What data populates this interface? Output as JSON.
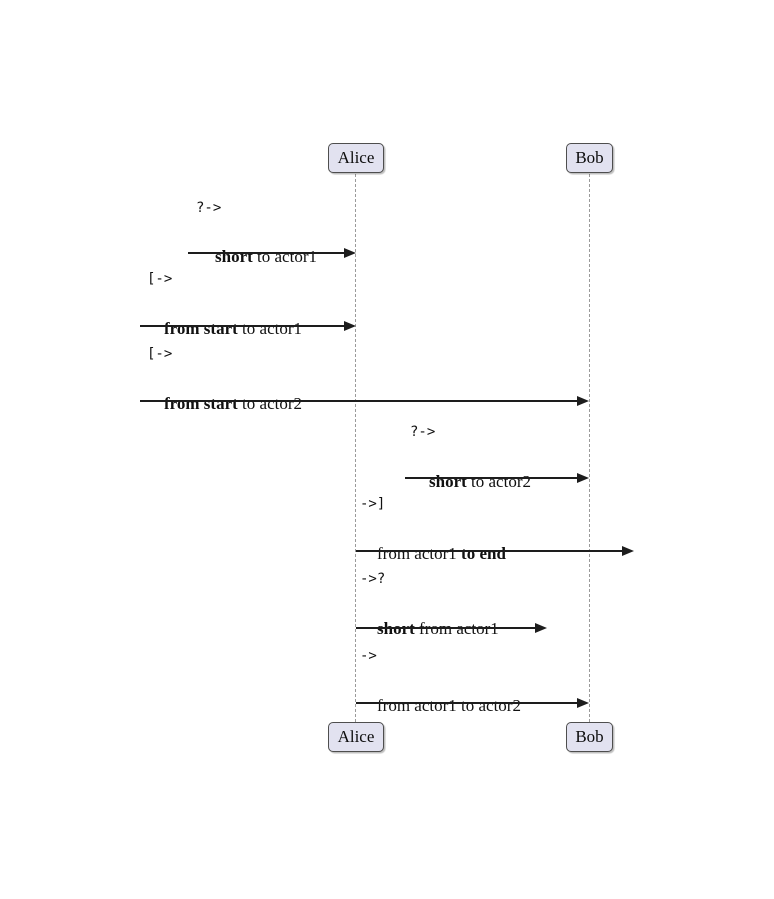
{
  "diagram": {
    "type": "uml-sequence",
    "background_color": "#ffffff",
    "actor_fill_color": "#E2E2F0",
    "actor_border_color": "#4e4e4e",
    "lifeline_color": "#9a9a9a",
    "arrow_color": "#1d1d1d",
    "text_color": "#111111"
  },
  "actors": [
    {
      "name": "Alice"
    },
    {
      "name": "Bob"
    }
  ],
  "messages": [
    {
      "op": "?->",
      "pre": "",
      "bold": "short",
      "post": " to actor1"
    },
    {
      "op": "[->",
      "pre": "",
      "bold": "from start",
      "post": " to actor1"
    },
    {
      "op": "[->",
      "pre": "",
      "bold": "from start",
      "post": " to actor2"
    },
    {
      "op": "?->",
      "pre": "",
      "bold": "short",
      "post": " to actor2"
    },
    {
      "op": "->]",
      "pre": "from actor1 ",
      "bold": "to end",
      "post": ""
    },
    {
      "op": "->?",
      "pre": "",
      "bold": "short",
      "post": " from actor1"
    },
    {
      "op": "->",
      "pre": "from actor1 to actor2",
      "bold": "",
      "post": ""
    }
  ]
}
